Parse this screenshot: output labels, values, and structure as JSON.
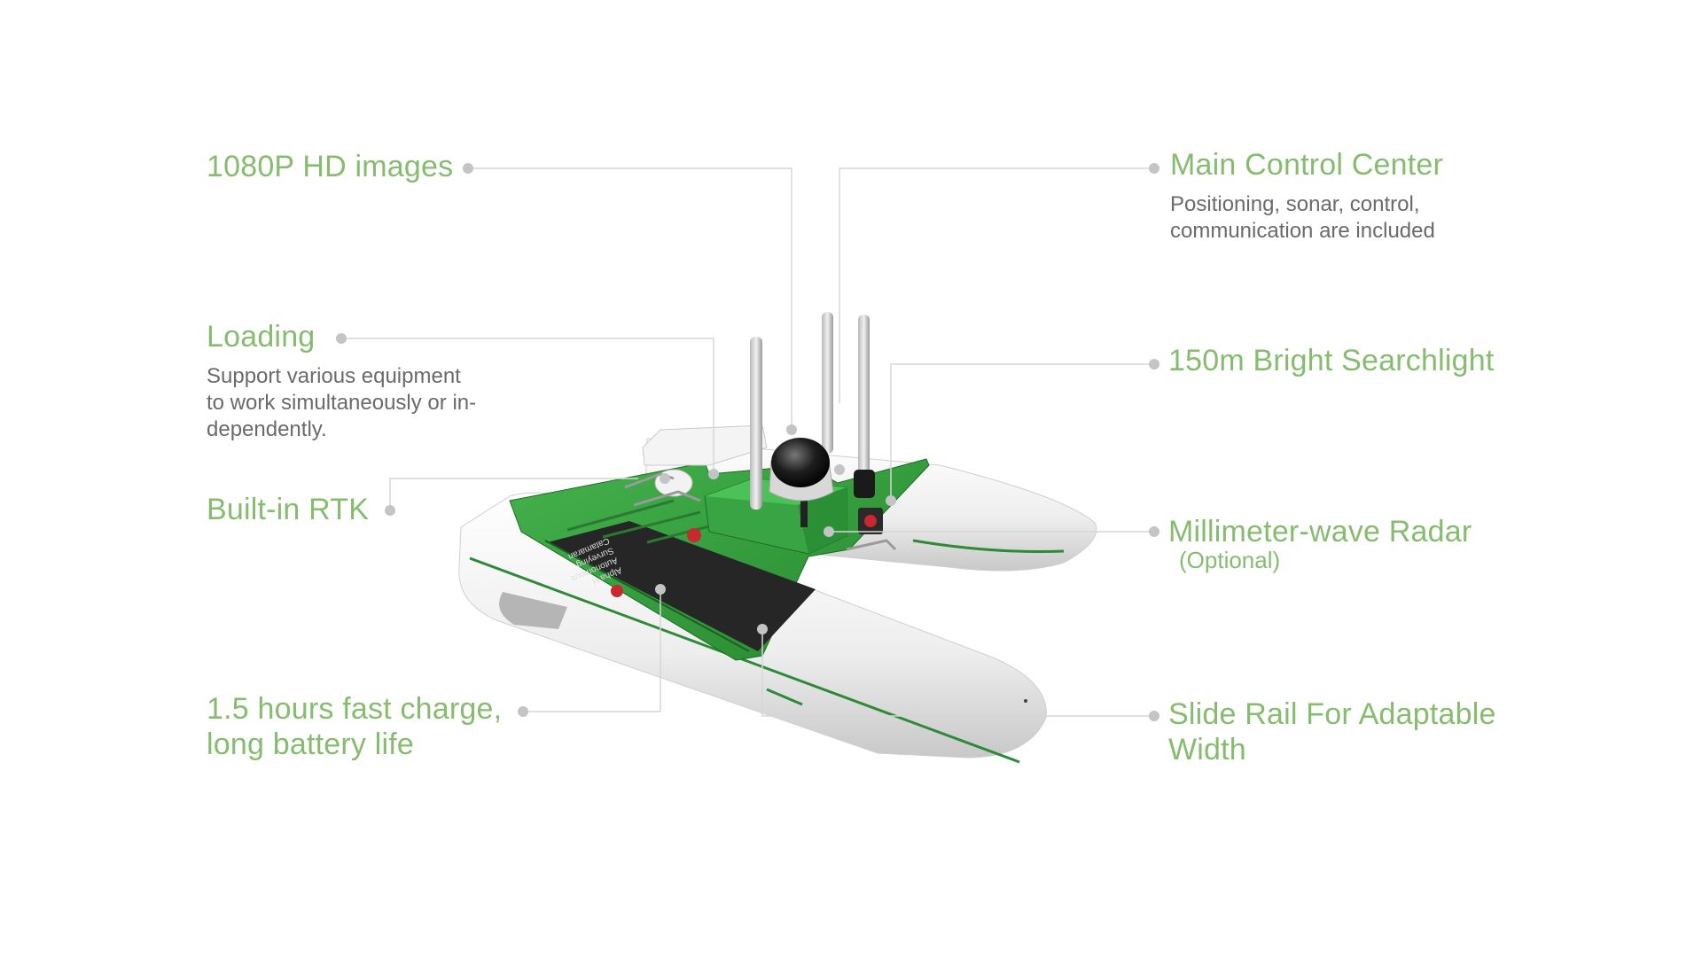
{
  "features": {
    "hd_images": {
      "title": "1080P HD images"
    },
    "loading": {
      "title": "Loading",
      "desc": [
        "Support various equipment",
        "to work simultaneously or in-",
        "dependently."
      ]
    },
    "rtk": {
      "title": "Built-in RTK"
    },
    "battery": {
      "title": [
        "1.5 hours fast charge,",
        "long battery life"
      ]
    },
    "main_control": {
      "title": "Main Control Center",
      "desc": [
        "Positioning, sonar, control,",
        "communication  are included"
      ]
    },
    "searchlight": {
      "title": "150m Bright Searchlight"
    },
    "radar": {
      "title": "Millimeter-wave Radar",
      "note": "(Optional)"
    },
    "slide_rail": {
      "title": [
        "Slide Rail For Adaptable",
        "Width"
      ]
    }
  },
  "product": {
    "deck_text": [
      "Alpha H",
      "Autonomous",
      "Surveying",
      "Catamaran"
    ],
    "colors": {
      "accent": "#86bc6e",
      "deck": "#2e9a3a",
      "hull": "#f2f2f2"
    }
  }
}
